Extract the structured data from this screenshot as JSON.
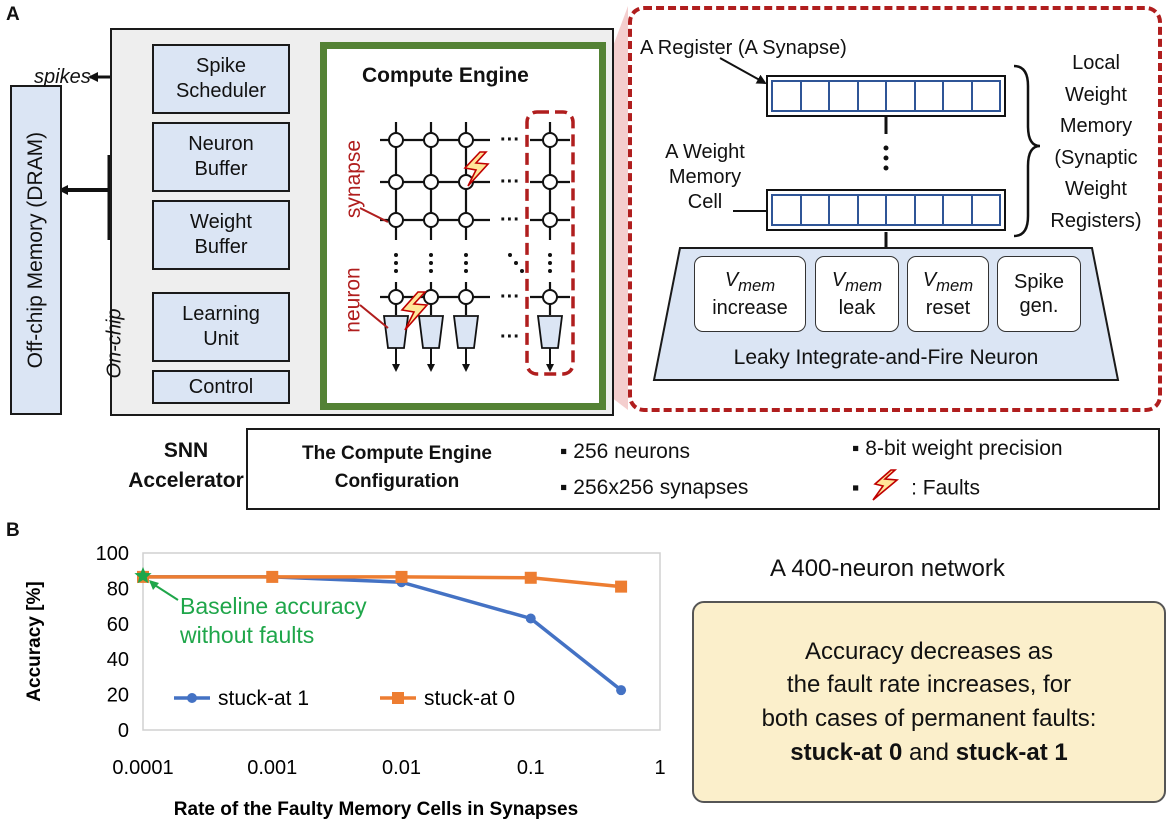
{
  "panel_a": {
    "label": "A",
    "spikes": "spikes",
    "off_chip": "Off-chip Memory (DRAM)",
    "on_chip": "On-chip",
    "spike_scheduler": "Spike\nScheduler",
    "neuron_buffer": "Neuron\nBuffer",
    "weight_buffer": "Weight\nBuffer",
    "learning_unit": "Learning\nUnit",
    "control": "Control",
    "compute_engine": "Compute Engine",
    "synapse": "synapse",
    "neuron": "neuron",
    "register_label": "A Register (A Synapse)",
    "weight_cell_label": "A Weight\nMemory\nCell",
    "local_memory": "Local\nWeight\nMemory\n(Synaptic\nWeight\nRegisters)",
    "vmem_symbol": "V",
    "vmem_sub": "mem",
    "vmem_increase": "increase",
    "vmem_leak": "leak",
    "vmem_reset": "reset",
    "spike_gen": "Spike\ngen.",
    "lif_neuron": "Leaky Integrate-and-Fire Neuron",
    "snn_accelerator": "SNN\nAccelerator",
    "config_title": "The Compute Engine\nConfiguration",
    "config_items": [
      "256 neurons",
      "256x256 synapses",
      "8-bit weight precision",
      ": Faults"
    ]
  },
  "panel_b": {
    "label": "B",
    "network_title": "A 400-neuron network",
    "baseline_annotation": "Baseline accuracy\nwithout faults",
    "note": {
      "line1": "Accuracy decreases as",
      "line2": "the fault rate increases, for",
      "line3": "both cases of permanent faults:",
      "bold1": "stuck-at 0",
      "conj": " and ",
      "bold2": "stuck-at 1"
    }
  },
  "colors": {
    "box_fill": "#dbe5f4",
    "panel_fill": "#eeeeee",
    "compute_border": "#548235",
    "fault_red": "#b01e1e",
    "register_blue": "#2f5597",
    "stuck1": "#4472c4",
    "stuck0": "#ed7d31",
    "baseline": "#1fa64a",
    "note_fill": "#fbefcb"
  },
  "chart_data": {
    "type": "line",
    "x_scale": "log",
    "x": [
      0.0001,
      0.001,
      0.01,
      0.1,
      0.5
    ],
    "xticks": [
      0.0001,
      0.001,
      0.01,
      0.1,
      1
    ],
    "xtick_labels": [
      "0.0001",
      "0.001",
      "0.01",
      "0.1",
      "1"
    ],
    "xlim": [
      0.0001,
      1
    ],
    "ylim": [
      0,
      100
    ],
    "yticks": [
      0,
      20,
      40,
      60,
      80,
      100
    ],
    "xlabel": "Rate of the Faulty Memory Cells in Synapses",
    "ylabel": "Accuracy [%]",
    "series": [
      {
        "name": "stuck-at 1",
        "values": [
          86.5,
          86.5,
          83.5,
          63,
          22.5
        ],
        "color": "#4472c4",
        "marker": "circle"
      },
      {
        "name": "stuck-at 0",
        "values": [
          86.5,
          86.5,
          86.5,
          86,
          81
        ],
        "color": "#ed7d31",
        "marker": "square"
      }
    ],
    "baseline": {
      "x": 0.0001,
      "y": 87,
      "marker": "star",
      "color": "#1fa64a"
    },
    "legend_position": "bottom-left",
    "grid": false
  }
}
